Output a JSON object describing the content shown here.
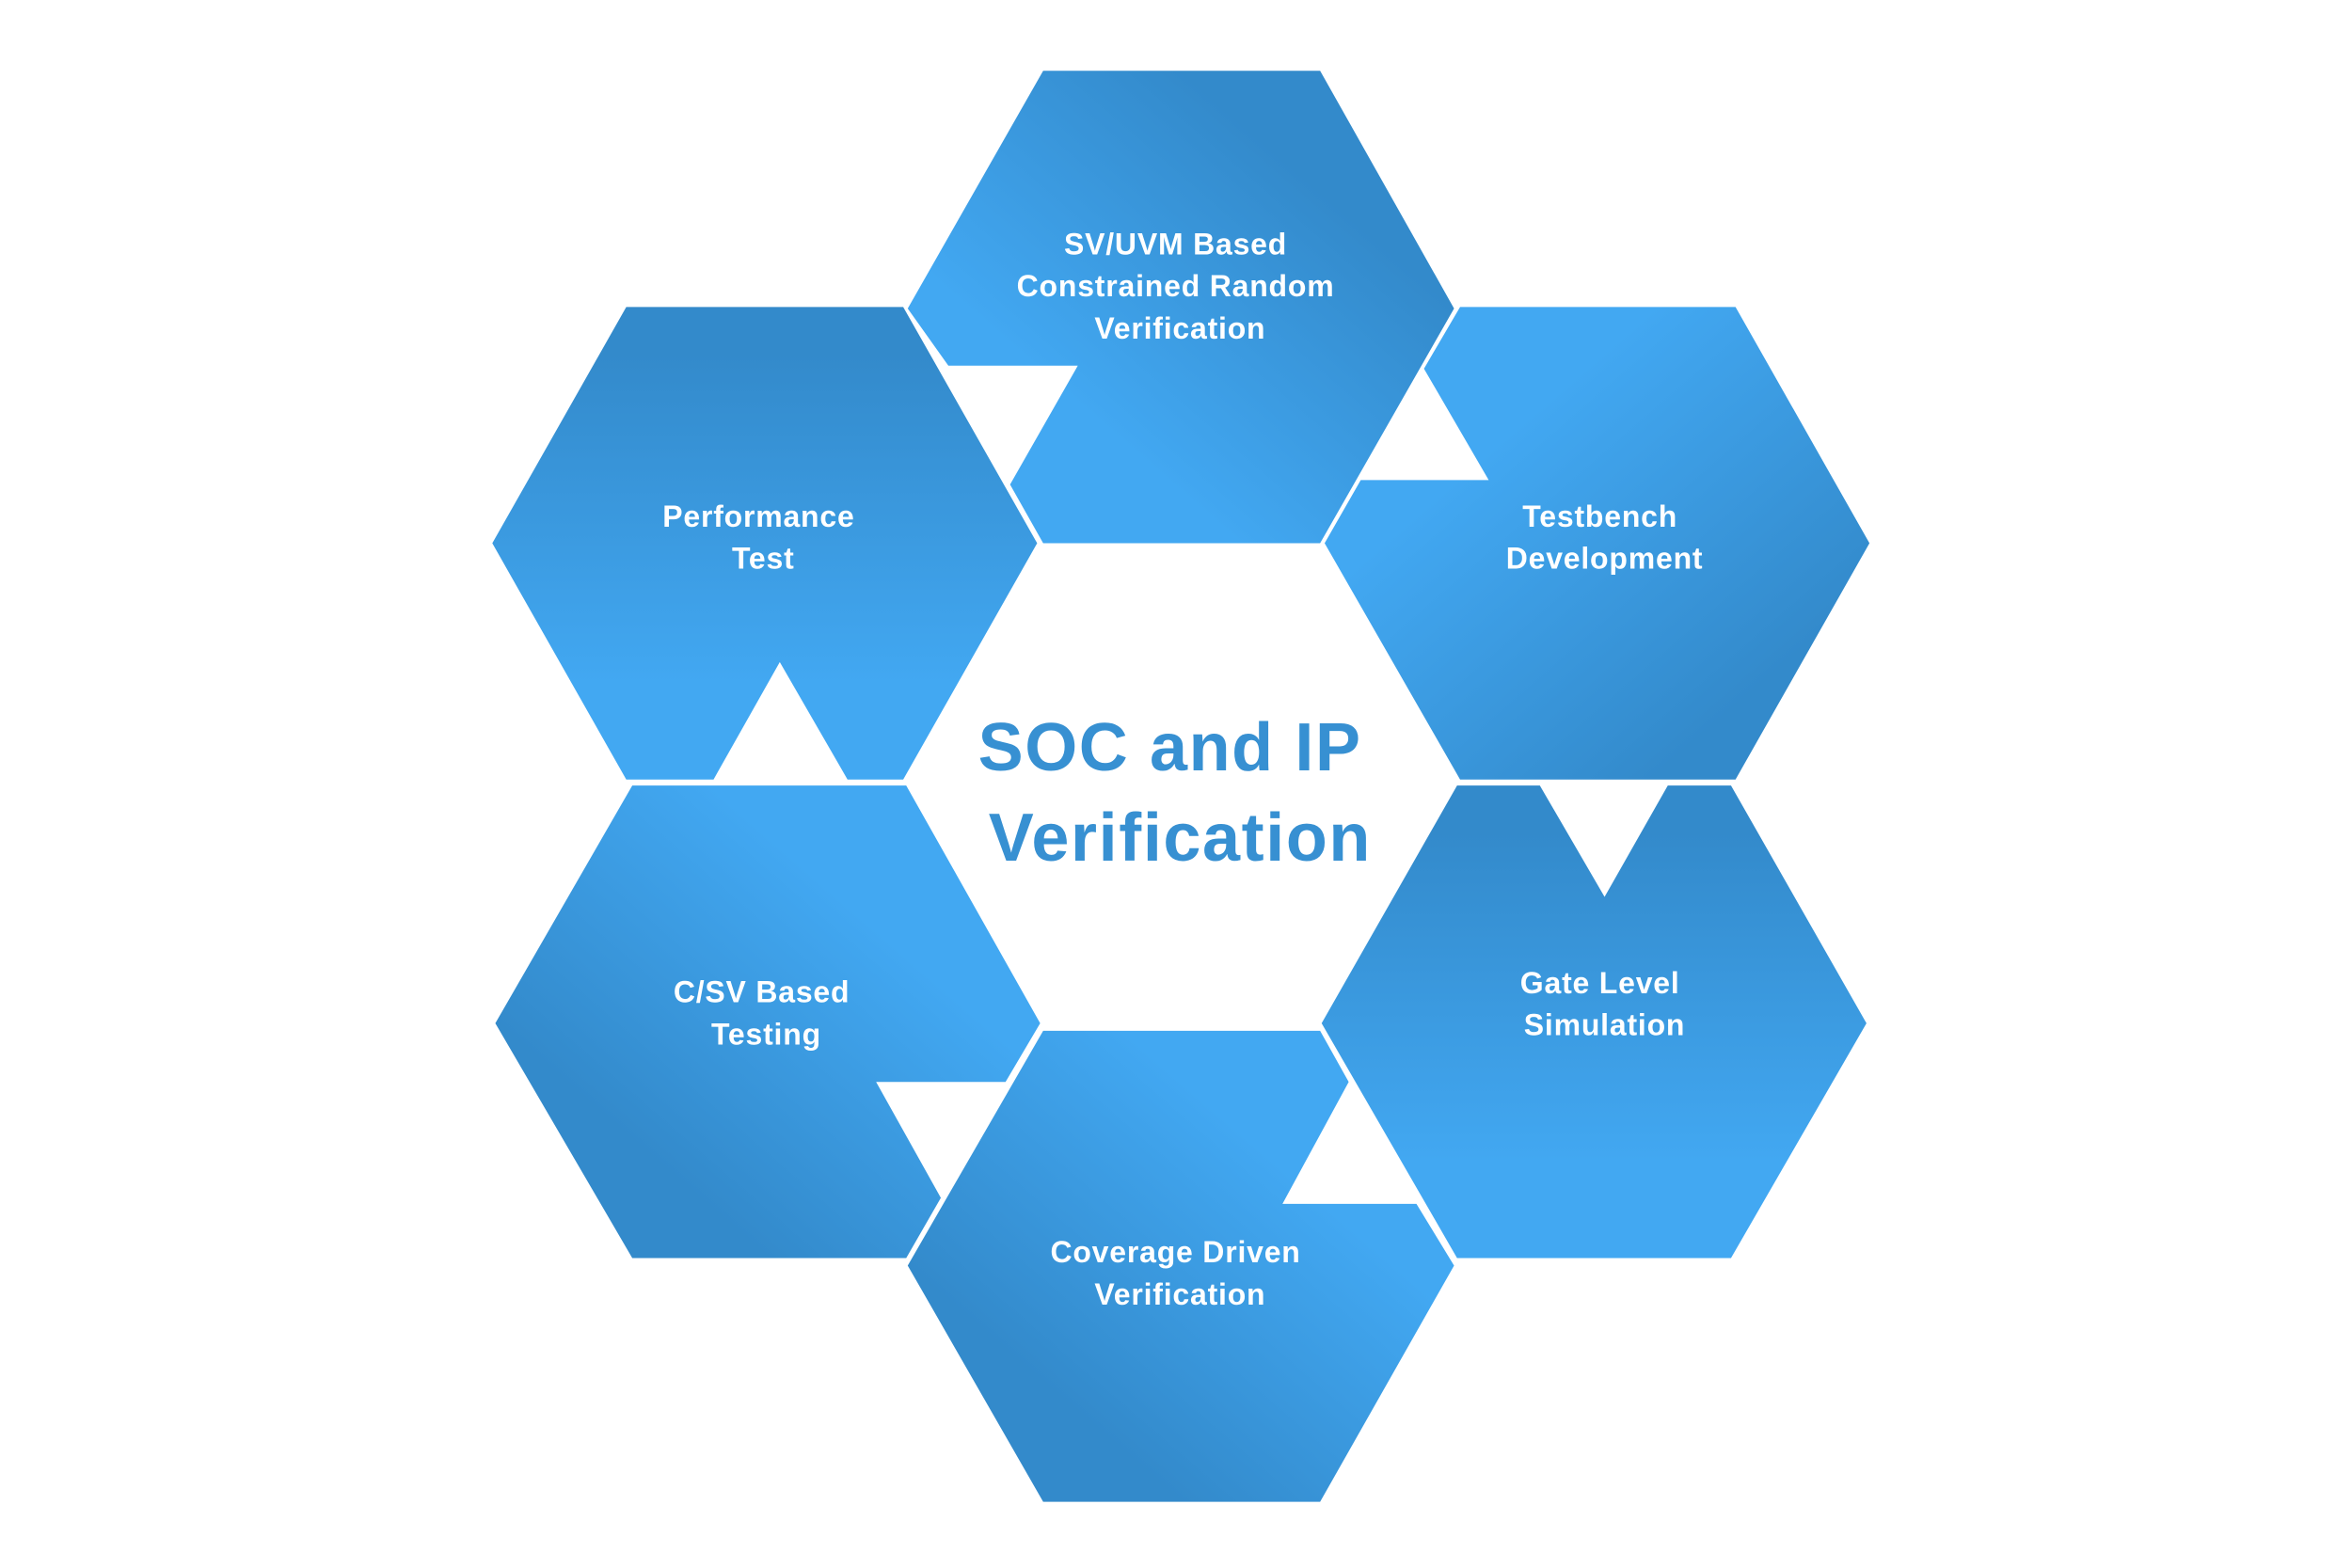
{
  "title": {
    "line1": "SOC and IP",
    "line2": "Verification"
  },
  "colors": {
    "light": "#42a8f2",
    "dark": "#338acb",
    "title": "#3790d2"
  },
  "segments": [
    {
      "lines": [
        "SV/UVM Based",
        "Constrained Random",
        "Verification"
      ]
    },
    {
      "lines": [
        "Testbench",
        "Development"
      ]
    },
    {
      "lines": [
        "Gate Level",
        "Simulation"
      ]
    },
    {
      "lines": [
        "Coverage Driven",
        "Verification"
      ]
    },
    {
      "lines": [
        "C/SV Based",
        "Testing"
      ]
    },
    {
      "lines": [
        "Performance",
        "Test"
      ]
    }
  ]
}
